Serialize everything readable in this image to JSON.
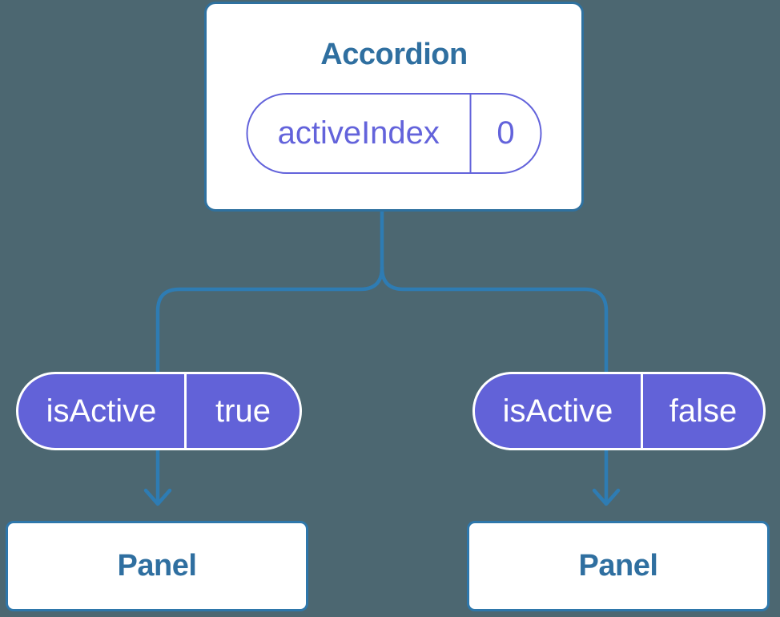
{
  "diagram": {
    "root": {
      "title": "Accordion",
      "state": {
        "name": "activeIndex",
        "value": "0"
      }
    },
    "props": [
      {
        "name": "isActive",
        "value": "true"
      },
      {
        "name": "isActive",
        "value": "false"
      }
    ],
    "children": [
      {
        "title": "Panel"
      },
      {
        "title": "Panel"
      }
    ]
  },
  "colors": {
    "background": "#4C6771",
    "node_fill": "#FFFFFF",
    "node_border_blue": "#2F719F",
    "node_text_blue": "#2F6FA0",
    "connector_blue": "#2E7CB3",
    "prop_pill_purple": "#6262D8",
    "state_pill_purple": "#6363DB",
    "pill_text_white": "#FFFFFF"
  }
}
